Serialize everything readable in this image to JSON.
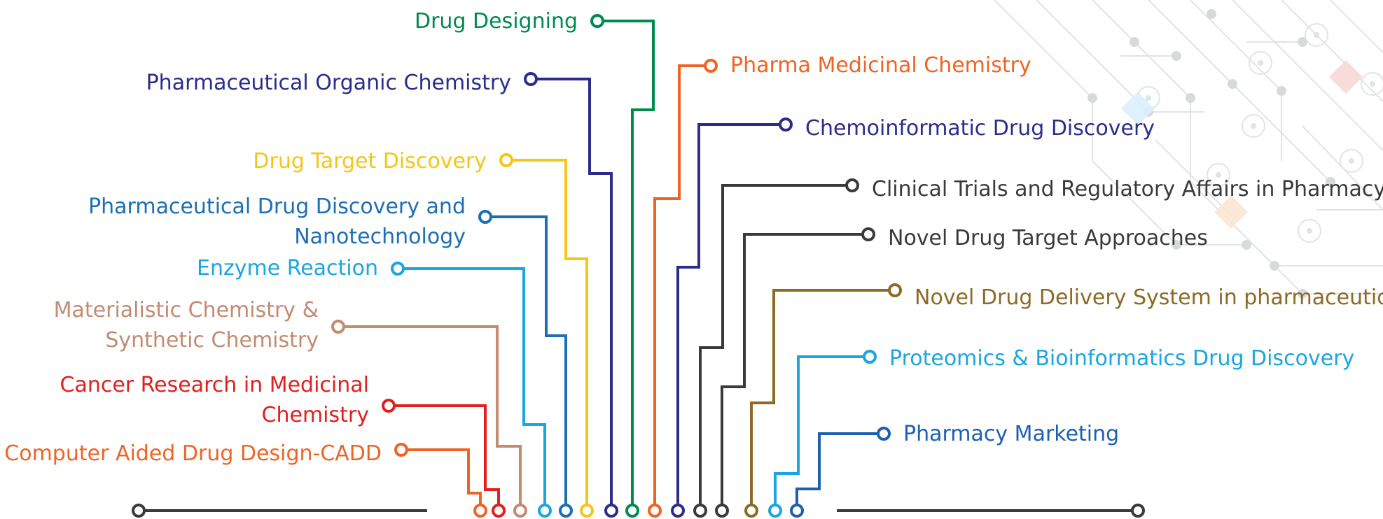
{
  "topics": [
    {
      "label": "Drug Designing",
      "color": "#008a50"
    },
    {
      "label": "Pharmaceutical Organic Chemistry",
      "color": "#2c2c8c"
    },
    {
      "label": "Drug Target Discovery",
      "color": "#f5c518"
    },
    {
      "label": "Pharmaceutical Drug Discovery and Nanotechnology",
      "lines": [
        "Pharmaceutical Drug Discovery and",
        "Nanotechnology"
      ],
      "color": "#1d6eb5"
    },
    {
      "label": "Enzyme Reaction",
      "color": "#1aa6e0"
    },
    {
      "label": "Materialistic Chemistry & Synthetic Chemistry",
      "lines": [
        "Materialistic Chemistry &",
        "Synthetic Chemistry"
      ],
      "color": "#c48a72"
    },
    {
      "label": "Cancer Research in Medicinal Chemistry",
      "lines": [
        "Cancer Research in Medicinal",
        "Chemistry"
      ],
      "color": "#e0201f"
    },
    {
      "label": "Computer Aided Drug Design-CADD",
      "color": "#ef6424"
    },
    {
      "label": "Pharma Medicinal Chemistry",
      "color": "#ef6424"
    },
    {
      "label": "Chemoinformatic Drug Discovery",
      "color": "#2c2c8c"
    },
    {
      "label": "Clinical Trials and Regulatory Affairs in Pharmacy",
      "color": "#3a3a3a"
    },
    {
      "label": "Novel Drug Target Approaches",
      "color": "#3a3a3a"
    },
    {
      "label": "Novel Drug Delivery System in pharmaceutics",
      "color": "#8d6a25"
    },
    {
      "label": "Proteomics & Bioinformatics Drug Discovery",
      "color": "#1aa6e0"
    },
    {
      "label": "Pharmacy Marketing",
      "color": "#1d5fb0"
    }
  ],
  "baseline": {
    "color": "#3a3a3a"
  },
  "decoration": {
    "circuit_color": "#c9cdd2",
    "accent_colors": [
      "#f2b7b7",
      "#bfe3f5",
      "#f8d1b3"
    ]
  }
}
